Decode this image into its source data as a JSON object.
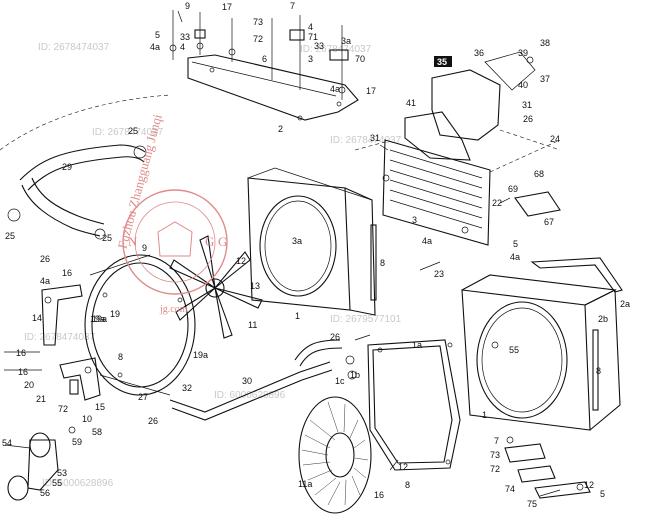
{
  "watermarks": [
    "ID: 2678474037",
    "ID: 2678474037",
    "ID: 2678474037",
    "ID: 2679577101",
    "ID: 2678474037",
    "ID: 6000628896",
    "ID: 6000628896"
  ],
  "stamp": {
    "text": "Fuzhou Zhangguang Junqi",
    "letters": [
      "N",
      "G",
      "G"
    ],
    "url": "jg.com",
    "color": "#e08a8a"
  },
  "badge_label": "35",
  "callouts": [
    "9",
    "17",
    "5",
    "4a",
    "33",
    "4",
    "73",
    "72",
    "6",
    "7",
    "4",
    "71",
    "33",
    "3",
    "3a",
    "70",
    "4a",
    "17",
    "2",
    "36",
    "39",
    "38",
    "40",
    "37",
    "31",
    "26",
    "24",
    "41",
    "31",
    "22",
    "69",
    "68",
    "67",
    "25",
    "29",
    "25",
    "25",
    "26",
    "16",
    "9",
    "19a",
    "19",
    "13",
    "12",
    "11",
    "1",
    "3a",
    "8",
    "3",
    "4a",
    "23",
    "5",
    "4a",
    "2a",
    "2b",
    "55",
    "8",
    "1",
    "26",
    "1a",
    "1c",
    "1b",
    "30",
    "32",
    "27",
    "26",
    "19a",
    "4a",
    "14",
    "16",
    "19a",
    "20",
    "21",
    "16",
    "8",
    "72",
    "15",
    "10",
    "58",
    "59",
    "54",
    "53",
    "55",
    "56",
    "7",
    "73",
    "72",
    "12",
    "5",
    "74",
    "75",
    "11a",
    "12",
    "8",
    "16"
  ],
  "colors": {
    "line": "#111111",
    "watermark": "#c9c9c9",
    "stamp": "#e08a8a"
  }
}
